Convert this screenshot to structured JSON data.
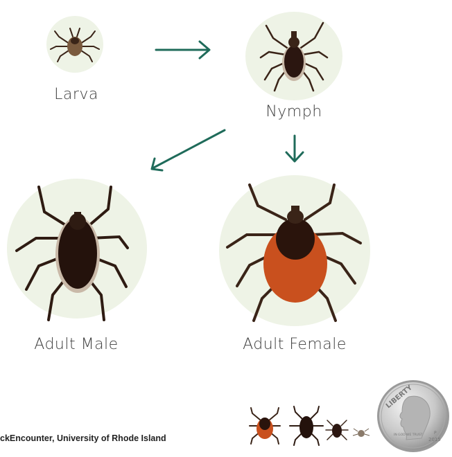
{
  "stages": {
    "larva": {
      "label": "Larva"
    },
    "nymph": {
      "label": "Nymph"
    },
    "adult_male": {
      "label": "Adult Male"
    },
    "adult_female": {
      "label": "Adult Female"
    }
  },
  "colors": {
    "arrow": "#1f6b5a",
    "circle": "#eef3e6",
    "tick_body_dark": "#2b1610",
    "tick_legs": "#3a2418",
    "female_abdomen": "#c9501e"
  },
  "credit": {
    "text": "ckEncounter, University of Rhode Island"
  },
  "coin": {
    "liberty": "LIBERTY",
    "motto": "IN GOD WE TRUST",
    "year": "2015",
    "mint": "P"
  }
}
